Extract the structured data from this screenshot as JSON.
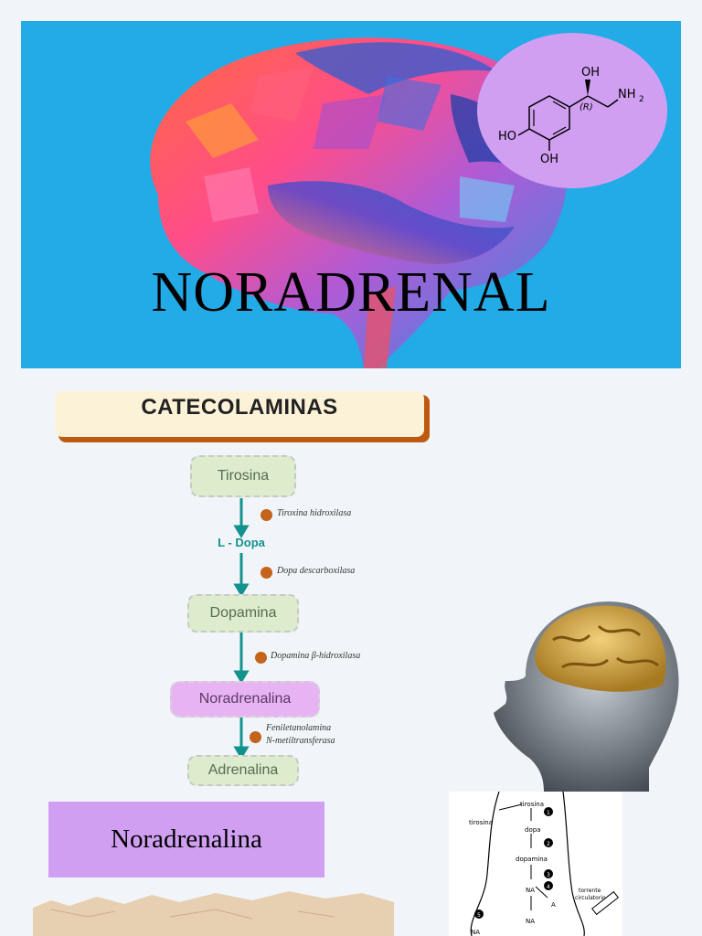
{
  "banner": {
    "title": "NORADRENAL",
    "molecule": {
      "labels": {
        "oh_top": "OH",
        "nh2": "NH",
        "nh2_sub": "2",
        "stereo": "(R)",
        "ho_left": "HO",
        "oh_bottom": "OH"
      },
      "circle_color": "#d19ff2"
    }
  },
  "catecolaminas": {
    "header": "CATECOLAMINAS",
    "steps": [
      {
        "name": "Tirosina",
        "color": "green"
      },
      {
        "name": "L - Dopa",
        "color": "none"
      },
      {
        "name": "Dopamina",
        "color": "green"
      },
      {
        "name": "Noradrenalina",
        "color": "purple"
      },
      {
        "name": "Adrenalina",
        "color": "green"
      }
    ],
    "enzymes": [
      "Tiroxina hidroxilasa",
      "Dopa descarboxilasa",
      "Dopamina β-hidroxilasa",
      "Feniletanolamina",
      "N-metiltransferasa"
    ],
    "arrow_color": "#12928c",
    "enzyme_icon_color": "#c4631b"
  },
  "noradrenalina_label": "Noradrenalina",
  "synapse_diagram": {
    "labels": {
      "tirosina_top": "tirosina",
      "tirosina_left": "tirosina",
      "dopa": "dopa",
      "dopamina": "dopamina",
      "na": "NA",
      "a": "A",
      "torrente": "torrente",
      "circulatorio": "circulatorio",
      "na2": "NA",
      "na3": "NA"
    },
    "step_numbers": [
      "1",
      "2",
      "3",
      "4",
      "5"
    ]
  }
}
